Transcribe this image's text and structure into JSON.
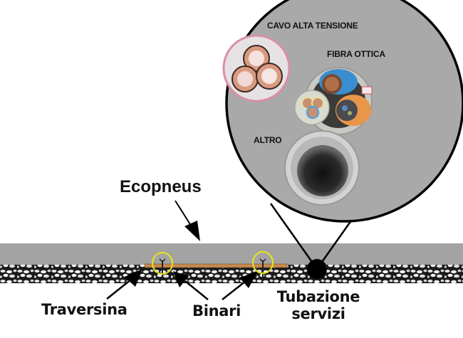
{
  "title_label": "Ecopneus",
  "labels": {
    "sleeper": "Traversina",
    "rails": "Binari",
    "service_pipe_line1": "Tubazione",
    "service_pipe_line2": "servizi"
  },
  "magnifier": {
    "high_voltage_cable": "CAVO ALTA TENSIONE",
    "optical_fiber": "FIBRA OTTICA",
    "other": "ALTRO"
  },
  "colors": {
    "road_band": "#a3a3a3",
    "magnifier_fill": "#a9a9a9",
    "sleeper": "#c98a4f",
    "highlight_circle": "#e6e619",
    "outline": "#000000"
  }
}
